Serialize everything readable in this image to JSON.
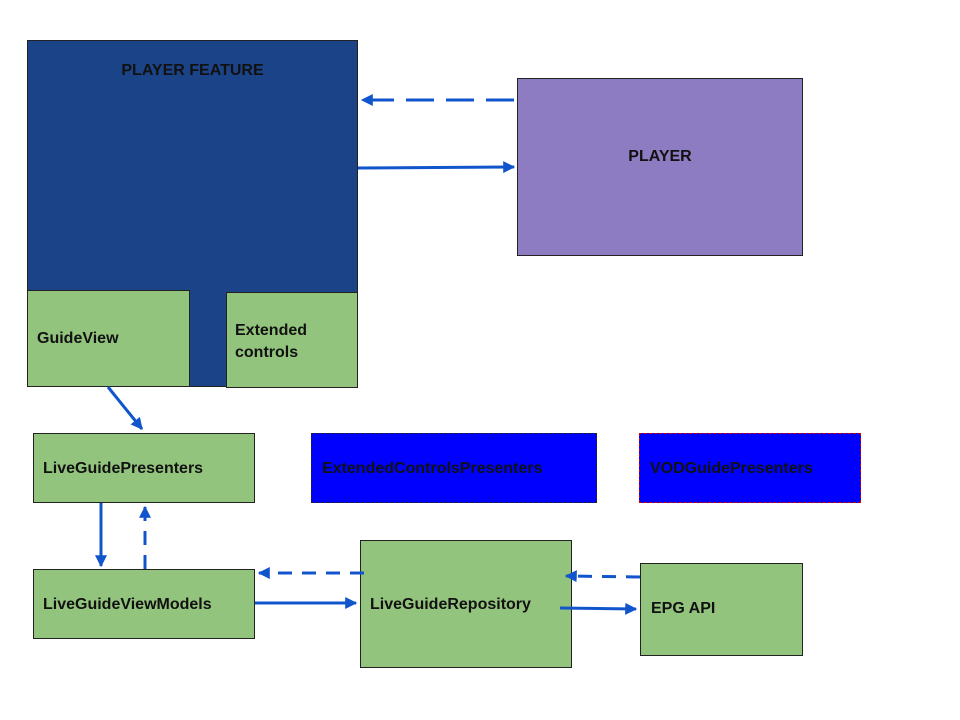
{
  "colors": {
    "player_feature": "#1b4387",
    "player": "#8e7cc3",
    "green": "#93c47d",
    "blue": "#0000ff",
    "arrow": "#1155cc"
  },
  "nodes": {
    "player_feature": "PLAYER FEATURE",
    "player": "PLAYER",
    "guide_view": "GuideView",
    "extended_controls": "Extended controls",
    "live_guide_presenters": "LiveGuidePresenters",
    "extended_controls_presenters": "ExtendedControlsPresenters",
    "vod_guide_presenters": "VODGuidePresenters",
    "live_guide_view_models": "LiveGuideViewModels",
    "live_guide_repository": "LiveGuideRepository",
    "epg_api": "EPG API"
  }
}
